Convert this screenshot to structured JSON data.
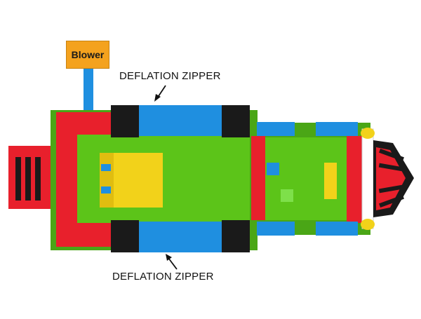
{
  "blower": {
    "label": "Blower"
  },
  "labels": {
    "top_zipper": "DEFLATION ZIPPER",
    "bottom_zipper": "DEFLATION ZIPPER"
  },
  "colors": {
    "red": "#e8202c",
    "blue": "#1f8fe0",
    "green": "#5cc419",
    "dark_green": "#3f9a10",
    "yellow": "#f2d21a",
    "orange": "#f4a21e",
    "black": "#1a1a1a",
    "lime": "#7ee04a"
  }
}
